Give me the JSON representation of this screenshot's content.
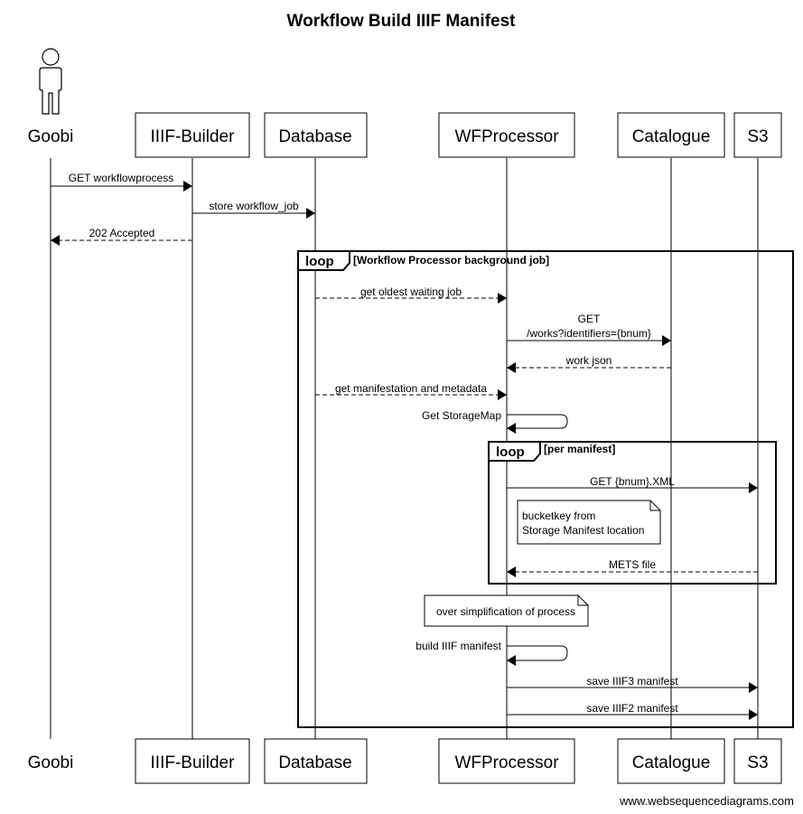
{
  "title": "Workflow Build IIIF Manifest",
  "participants": [
    {
      "id": "goobi",
      "label": "Goobi",
      "kind": "actor"
    },
    {
      "id": "iiif_builder",
      "label": "IIIF-Builder",
      "kind": "box"
    },
    {
      "id": "database",
      "label": "Database",
      "kind": "box"
    },
    {
      "id": "wfprocessor",
      "label": "WFProcessor",
      "kind": "box"
    },
    {
      "id": "catalogue",
      "label": "Catalogue",
      "kind": "box"
    },
    {
      "id": "s3",
      "label": "S3",
      "kind": "box"
    }
  ],
  "messages": [
    {
      "from": "goobi",
      "to": "iiif_builder",
      "label": "GET workflowprocess",
      "style": "solid"
    },
    {
      "from": "iiif_builder",
      "to": "database",
      "label": "store workflow_job",
      "style": "solid"
    },
    {
      "from": "iiif_builder",
      "to": "goobi",
      "label": "202 Accepted",
      "style": "dashed"
    },
    {
      "from": "database",
      "to": "wfprocessor",
      "label": "get oldest waiting job",
      "style": "dashed"
    },
    {
      "from": "wfprocessor",
      "to": "catalogue",
      "label_lines": [
        "GET",
        "/works?identifiers={bnum}"
      ],
      "style": "solid"
    },
    {
      "from": "catalogue",
      "to": "wfprocessor",
      "label": "work json",
      "style": "dashed"
    },
    {
      "from": "database",
      "to": "wfprocessor",
      "label": "get manifestation and metadata",
      "style": "dashed"
    },
    {
      "from": "wfprocessor",
      "to": "wfprocessor",
      "label": "Get StorageMap",
      "style": "self"
    },
    {
      "from": "wfprocessor",
      "to": "s3",
      "label": "GET {bnum}.XML",
      "style": "solid"
    },
    {
      "from": "s3",
      "to": "wfprocessor",
      "label": "METS file",
      "style": "dashed"
    },
    {
      "from": "wfprocessor",
      "to": "wfprocessor",
      "label": "build IIIF manifest",
      "style": "self"
    },
    {
      "from": "wfprocessor",
      "to": "s3",
      "label": "save IIIF3 manifest",
      "style": "solid"
    },
    {
      "from": "wfprocessor",
      "to": "s3",
      "label": "save IIIF2 manifest",
      "style": "solid"
    }
  ],
  "loops": [
    {
      "label": "loop",
      "condition": "[Workflow Processor background job]"
    },
    {
      "label": "loop",
      "condition": "[per manifest]"
    }
  ],
  "notes": [
    {
      "lines": [
        "bucketkey from",
        "Storage Manifest location"
      ]
    },
    {
      "lines": [
        "over simplification of process"
      ]
    }
  ],
  "footer": "www.websequencediagrams.com"
}
